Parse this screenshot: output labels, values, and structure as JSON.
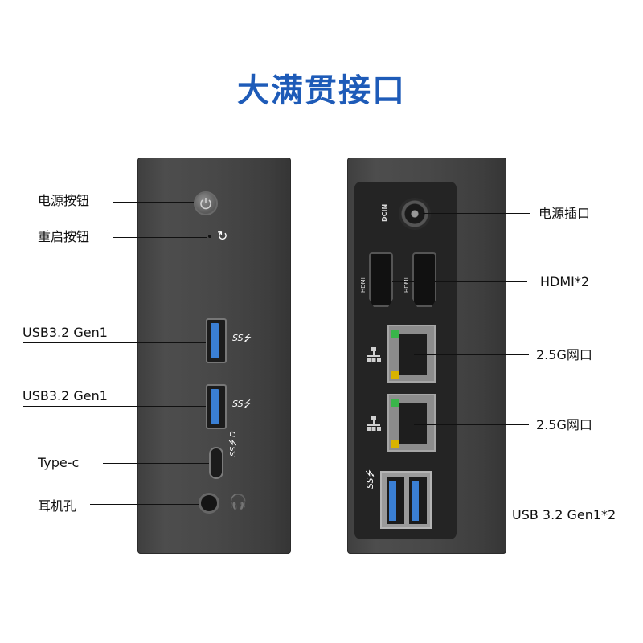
{
  "title": "大满贯接口",
  "front": {
    "labels": {
      "power_button": "电源按钮",
      "reset_button": "重启按钮",
      "usb_top": "USB3.2 Gen1",
      "usb_bottom": "USB3.2 Gen1",
      "type_c": "Type-c",
      "headphone": "耳机孔"
    },
    "icons": {
      "reset": "↻",
      "ss_usb": "SS⭍",
      "usb_c_marks": "SS⭍ D",
      "headset": "🎧"
    }
  },
  "back": {
    "labels": {
      "power_port": "电源插口",
      "hdmi": "HDMI*2",
      "lan_top": "2.5G网口",
      "lan_bottom": "2.5G网口",
      "usb": "USB 3.2 Gen1*2"
    },
    "port_markings": {
      "dc_in": "DCIN",
      "hdmi_left": "HDMI",
      "hdmi_right": "HDMI",
      "ss_usb": "SS⭍"
    }
  },
  "colors": {
    "title": "#1e5bb8",
    "usb_blue": "#3a7fd4",
    "led_green": "#39b54a",
    "led_yellow": "#d8b300"
  }
}
